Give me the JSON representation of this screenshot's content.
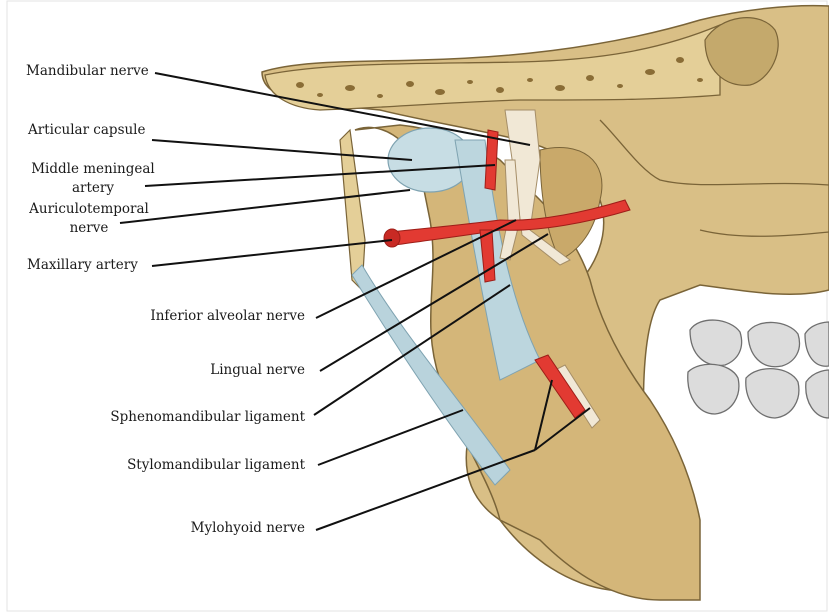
{
  "labels": {
    "mandibular_nerve": "Mandibular nerve",
    "articular_capsule": "Articular capsule",
    "middle_meningeal_1": "Middle meningeal",
    "middle_meningeal_2": "artery",
    "auriculotemporal_1": "Auriculotemporal",
    "auriculotemporal_2": "nerve",
    "maxillary_artery": "Maxillary artery",
    "inferior_alveolar_nerve": "Inferior alveolar nerve",
    "lingual_nerve": "Lingual nerve",
    "sphenomandibular_ligament": "Sphenomandibular ligament",
    "stylomandibular_ligament": "Stylomandibular ligament",
    "mylohyoid_nerve": "Mylohyoid nerve"
  },
  "colors": {
    "bone": "#d9bf86",
    "bone_dark": "#b89a5e",
    "ligament": "#b9d3dc",
    "artery": "#e23a32",
    "nerve": "#f1e8d6",
    "tooth": "#dcdcdc",
    "line": "#111111"
  }
}
